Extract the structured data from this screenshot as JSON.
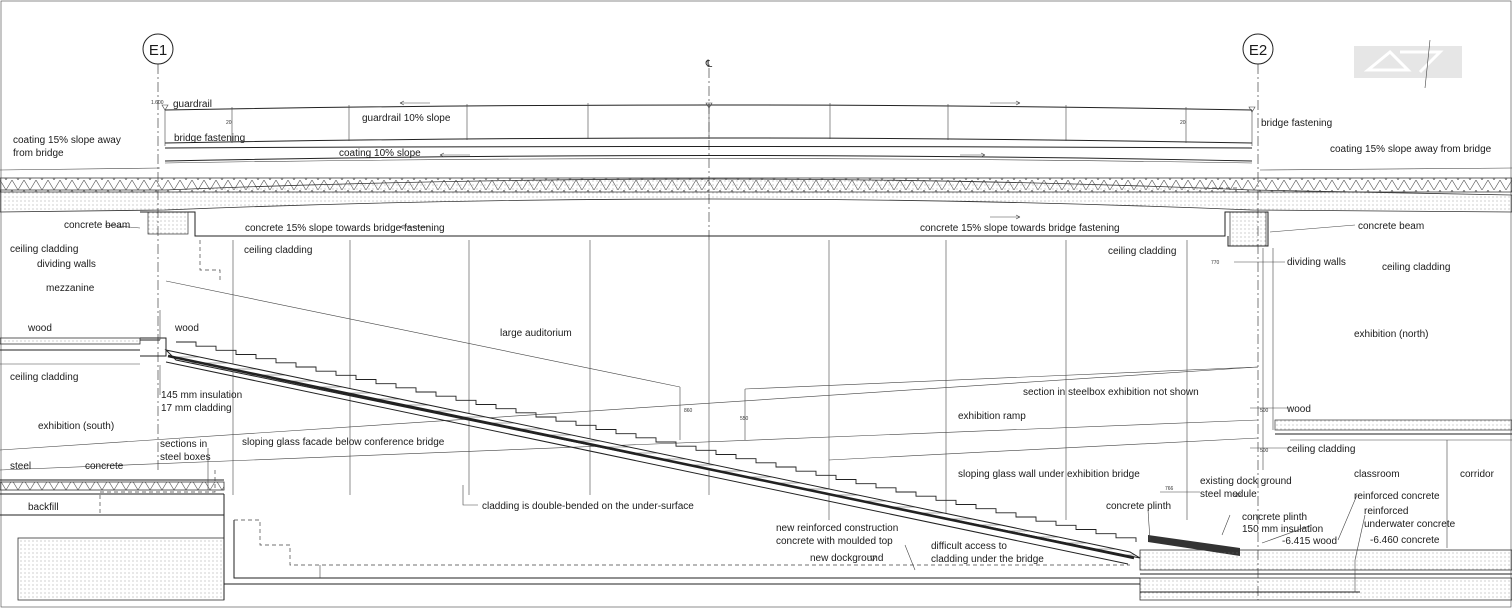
{
  "grid_markers": {
    "left": "E1",
    "right": "E2",
    "centerline": "℄"
  },
  "labels": {
    "guardrail": "guardrail",
    "guardrail_slope": "guardrail 10% slope",
    "bridge_fastening_left": "bridge fastening",
    "bridge_fastening_right": "bridge fastening",
    "coating_slope": "coating 10% slope",
    "coating_left_1": "coating 15% slope away",
    "coating_left_2": "from bridge",
    "coating_right": "coating 15% slope away from bridge",
    "concrete_beam_left": "concrete beam",
    "concrete_beam_right": "concrete beam",
    "concrete_slope_left": "concrete 15% slope towards bridge fastening",
    "concrete_slope_right": "concrete 15% slope towards bridge fastening",
    "ceiling_cladding_1": "ceiling cladding",
    "ceiling_cladding_2": "ceiling cladding",
    "ceiling_cladding_3": "ceiling cladding",
    "ceiling_cladding_4": "ceiling cladding",
    "ceiling_cladding_5": "ceiling cladding",
    "ceiling_cladding_6": "ceiling cladding",
    "dividing_walls_left": "dividing walls",
    "dividing_walls_right": "dividing walls",
    "mezzanine": "mezzanine",
    "wood_1": "wood",
    "wood_2": "wood",
    "wood_3": "wood",
    "large_auditorium": "large auditorium",
    "exhibition_north": "exhibition (north)",
    "insulation": "145 mm insulation",
    "cladding_17": "17 mm cladding",
    "exhibition_south": "exhibition (south)",
    "sections_1": "sections in",
    "sections_2": "steel boxes",
    "sloping_glass_facade": "sloping glass facade below conference bridge",
    "section_steelbox": "section in steelbox exhibition not shown",
    "exhibition_ramp": "exhibition ramp",
    "sloping_glass_wall": "sloping glass wall under exhibition bridge",
    "steel": "steel",
    "concrete": "concrete",
    "backfill": "backfill",
    "cladding_double": "cladding is double-bended on the under-surface",
    "existing_dock_1": "existing dock ground",
    "existing_dock_2": "steel module",
    "classroom": "classroom",
    "corridor": "corridor",
    "concrete_plinth_1": "concrete plinth",
    "concrete_plinth_2": "concrete plinth",
    "insulation_150": "150 mm insulation",
    "wood_415": "-6.415 wood",
    "reinforced_concrete": "reinforced concrete",
    "reinforced_1": "reinforced",
    "underwater": "underwater concrete",
    "concrete_460": "-6.460 concrete",
    "new_reinforced_1": "new reinforced construction",
    "new_reinforced_2": "concrete with moulded top",
    "new_dockground": "new dockground",
    "difficult_1": "difficult access to",
    "difficult_2": "cladding under the bridge"
  },
  "dims": {
    "d20": "20",
    "d860": "860",
    "d550": "550",
    "d500a": "500",
    "d500b": "500",
    "d322": "322",
    "d766": "766",
    "d770": "770",
    "d600": "1.600"
  }
}
